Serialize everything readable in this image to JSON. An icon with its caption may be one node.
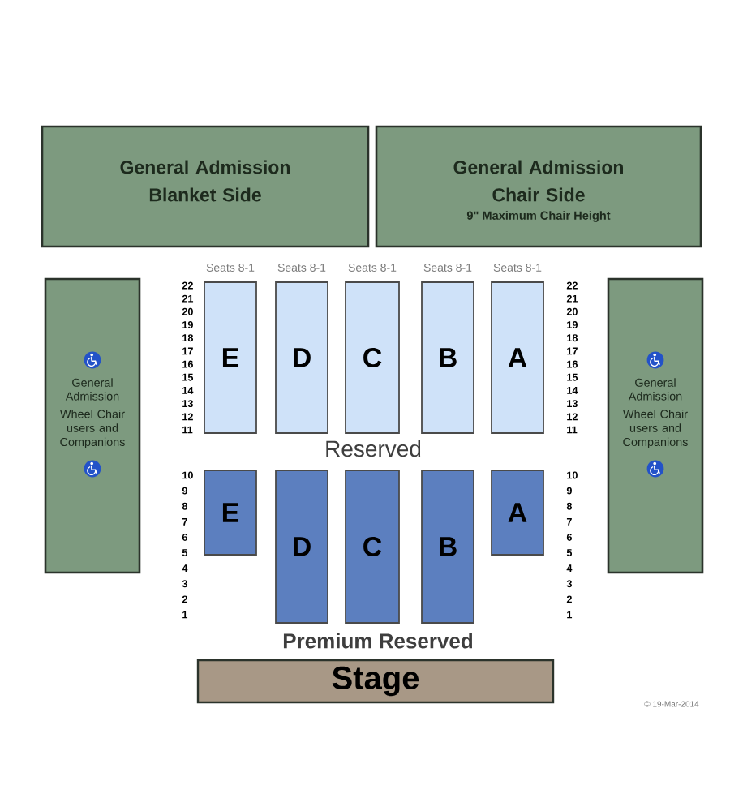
{
  "diagram": {
    "nodes": [
      {
        "text": [
          "General Admission Blanket Side"
        ]
      },
      {
        "text": [
          "General Admission Chair Side",
          "9\" Maximum Chair Height"
        ]
      },
      {
        "text": [
          "General Admission",
          "Wheel Chair users and Companions"
        ]
      },
      {
        "text": [
          "E"
        ],
        "beside": [
          "Seats 8-1"
        ]
      },
      {
        "text": [
          "D"
        ],
        "beside": [
          "Seats 8-1"
        ]
      },
      {
        "text": [
          "C"
        ],
        "beside": [
          "Seats 8-1"
        ]
      },
      {
        "text": [
          "B"
        ],
        "beside": [
          "Seats 8-1"
        ]
      },
      {
        "text": [
          "A"
        ],
        "beside": [
          "Seats 8-1"
        ]
      },
      {
        "text": [
          "General Admission",
          "Wheel Chair users and Companions"
        ]
      },
      {
        "text": [
          "E"
        ]
      },
      {
        "text": [
          "D"
        ]
      },
      {
        "text": [
          "C"
        ]
      },
      {
        "text": [
          "B"
        ]
      },
      {
        "text": [
          "A"
        ]
      },
      {
        "text": [
          "Stage"
        ]
      }
    ],
    "labels": [
      "22",
      "22",
      "21",
      "21",
      "20",
      "20",
      "19",
      "19",
      "18",
      "18",
      "17",
      "17",
      "16",
      "16",
      "15",
      "15",
      "14",
      "14",
      "13",
      "13",
      "12",
      "12",
      "11",
      "11",
      "Reserved",
      "10",
      "10",
      "9",
      "9",
      "8",
      "8",
      "7",
      "7",
      "6",
      "6",
      "5",
      "5",
      "4",
      "4",
      "3",
      "3",
      "2",
      "2",
      "1",
      "1",
      "Premium Reserved",
      "© 19-Mar-2014"
    ]
  }
}
